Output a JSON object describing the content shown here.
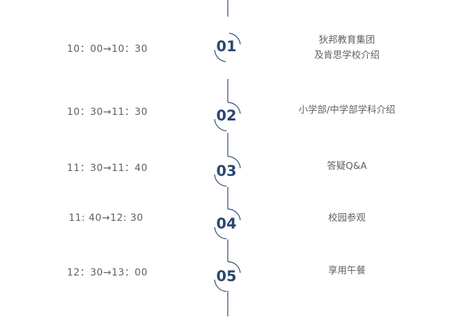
{
  "agenda": {
    "accent_color": "#2a4870",
    "items": [
      {
        "time": "10：00→10：30",
        "number": "01",
        "title_line1": "狄邦教育集团",
        "title_line2": "及肯思学校介绍"
      },
      {
        "time": "10：30→11：30",
        "number": "02",
        "title_line1": "小学部/中学部学科介绍",
        "title_line2": ""
      },
      {
        "time": "11：30→11：40",
        "number": "03",
        "title_line1": "答疑Q&A",
        "title_line2": ""
      },
      {
        "time": "11: 40→12: 30",
        "number": "04",
        "title_line1": "校园参观",
        "title_line2": ""
      },
      {
        "time": "12：30→13：00",
        "number": "05",
        "title_line1": "享用午餐",
        "title_line2": ""
      }
    ]
  }
}
